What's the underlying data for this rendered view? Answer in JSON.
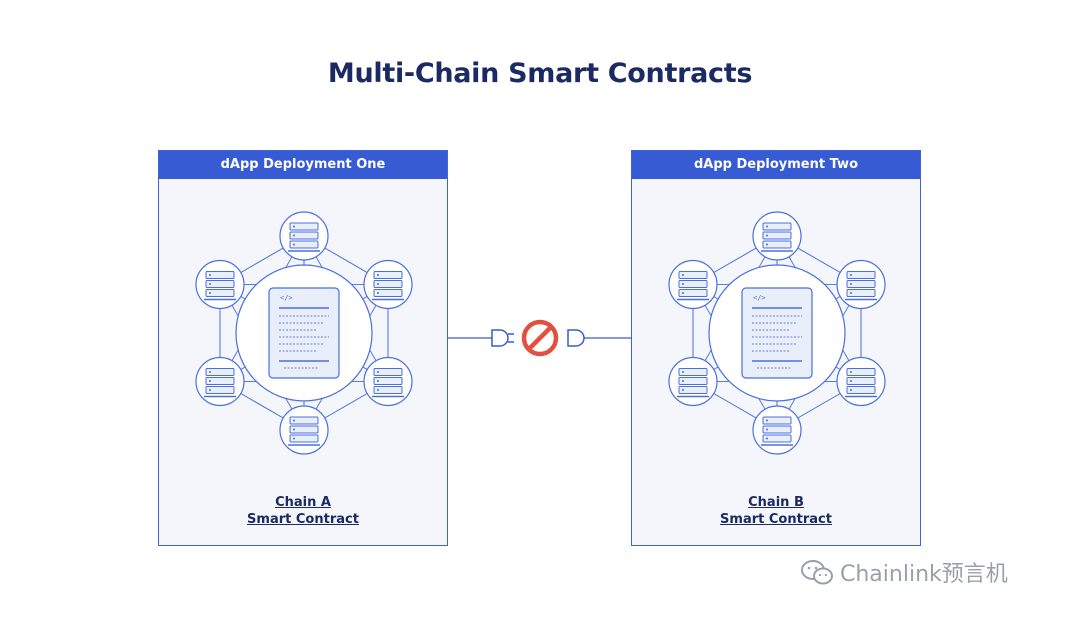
{
  "title": "Multi-Chain Smart Contracts",
  "panels": [
    {
      "header": "dApp Deployment One",
      "chain": "Chain A",
      "contract": "Smart Contract"
    },
    {
      "header": "dApp Deployment Two",
      "chain": "Chain B",
      "contract": "Smart Contract"
    }
  ],
  "watermark": {
    "text": "Chainlink预言机"
  },
  "colors": {
    "navy": "#1c2a63",
    "blue": "#375bd2",
    "panel_bg": "#f4f6fb",
    "block_red": "#e2513f"
  },
  "icons": {
    "node": "server-stack-icon",
    "contract": "code-document-icon",
    "blocked": "prohibited-icon",
    "plug": "plug-icon"
  }
}
